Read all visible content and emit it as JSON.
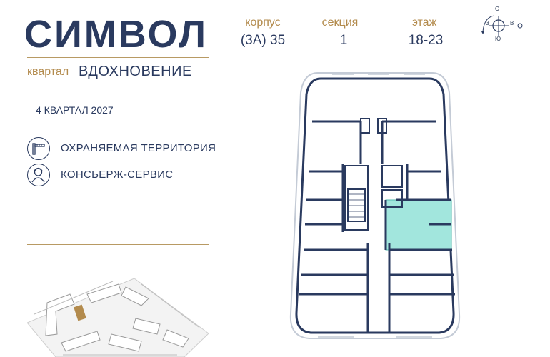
{
  "brand": {
    "logo": "СИМВОЛ",
    "quarter_label": "квартал",
    "quarter_name": "ВДОХНОВЕНИЕ"
  },
  "delivery": "4 КВАРТАЛ 2027",
  "features": [
    {
      "label": "ОХРАНЯЕМАЯ ТЕРРИТОРИЯ",
      "icon": "barrier-icon"
    },
    {
      "label": "КОНСЬЕРЖ-СЕРВИС",
      "icon": "concierge-icon"
    }
  ],
  "info": {
    "building_label": "корпус",
    "building_value": "(3А) 35",
    "section_label": "секция",
    "section_value": "1",
    "floor_label": "этаж",
    "floor_value": "18-23"
  },
  "compass": {
    "n": "С",
    "s": "Ю",
    "w": "З",
    "e": "В"
  },
  "colors": {
    "accent": "#b38b4d",
    "navy": "#2a3a5f",
    "highlight": "#9ee5db"
  }
}
